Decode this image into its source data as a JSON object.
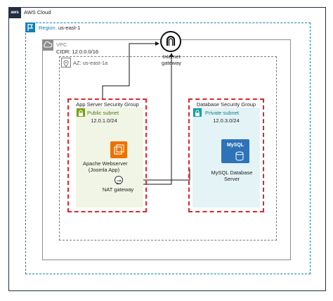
{
  "diagram": {
    "cloud_label": "AWS Cloud",
    "aws_logo": "aws",
    "region_label": "Region",
    "region_value": "us-east-1",
    "vpc_label": "VPC",
    "vpc_cidr": "CIDR: 12.0.0.0/16",
    "az_label": "AZ: us-east-1a",
    "internet_gateway_line1": "Internet",
    "internet_gateway_line2": "gateway",
    "app_sg_label": "App Server Security Group",
    "public_subnet_label": "Public subnet",
    "public_subnet_cidr": "12.0.1.0/24",
    "webserver_line1": "Apache Webserver",
    "webserver_line2": "(Joomla App)",
    "nat_label": "NAT gateway",
    "db_sg_label": "Database Security Group",
    "private_subnet_label": "Private subnet",
    "private_subnet_cidr": "12.0.3.0/24",
    "mysql_icon_text": "MySQL",
    "db_line1": "MySQL Database",
    "db_line2": "Server"
  },
  "colors": {
    "region": "#147eba",
    "security_group": "#e0242c",
    "public_subnet": "#7aa116",
    "private_subnet": "#00a4a6",
    "ec2_orange": "#ed7100",
    "database_blue": "#2e73b8"
  },
  "icons": [
    "aws-logo",
    "region-flag-icon",
    "vpc-cloud-icon",
    "az-pin-icon",
    "internet-gateway-icon",
    "lock-icon",
    "ec2-instance-icon",
    "nat-gateway-icon",
    "mysql-database-icon"
  ]
}
